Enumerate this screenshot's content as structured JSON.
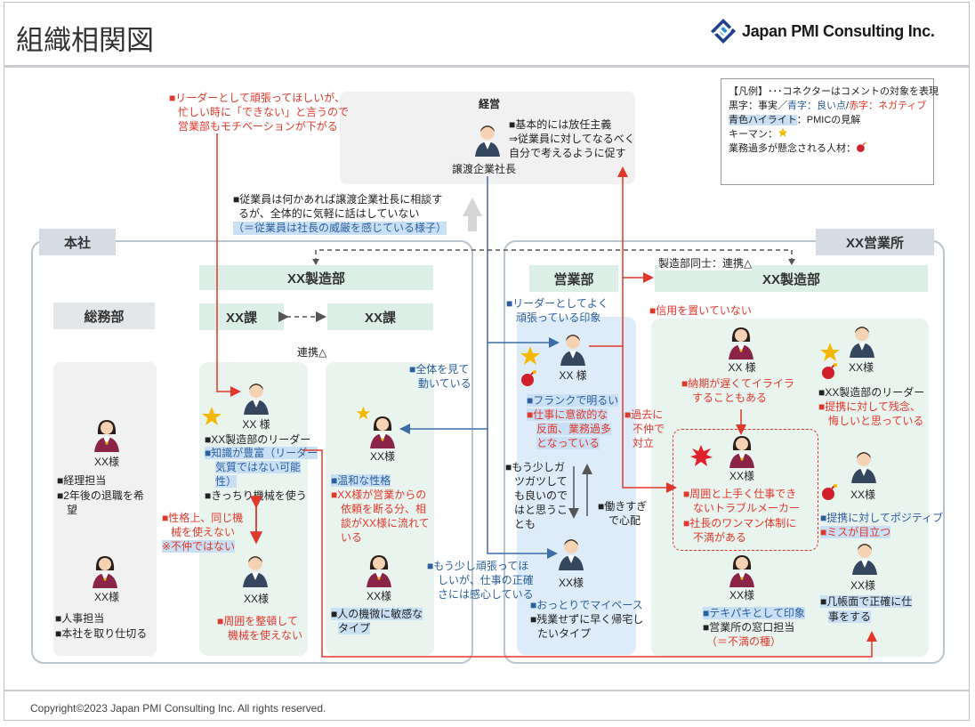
{
  "header": {
    "title": "組織相関図",
    "brand": "Japan PMI Consulting Inc."
  },
  "footer": {
    "copyright": "Copyright©2023 Japan PMI Consulting Inc. All rights reserved."
  },
  "legend": {
    "line1": "【凡例】･･･コネクターはコメントの対象を表現",
    "black": "黒字：事実",
    "sep": "／",
    "blue": "青字：良い点",
    "slash": "/",
    "red": "赤字：ネガティブ",
    "highlight": "青色ハイライト",
    "highlight_rest": "：PMICの見解",
    "keyman": "キーマン：",
    "overwork": "業務過多が懸念される人材："
  },
  "management": {
    "heading": "経営",
    "person_label": "譲渡企業社長",
    "note_l1": "■基本的には放任主義",
    "note_l2": "⇒従業員に対してなるべく",
    "note_l3": "自分で考えるように促す"
  },
  "top_left_note": {
    "l1": "■リーダーとして頑張ってほしいが、",
    "l2": "忙しい時に「できない」と言うので",
    "l3": "営業部もモチベーションが下がる"
  },
  "employee_note": {
    "l1": "■従業員は何かあれば譲渡企業社長に相談す",
    "l2": "るが、全体的に気軽に話はしていない",
    "l3": "（＝従業員は社長の威厳を感じている様子）"
  },
  "honsha": {
    "label": "本社",
    "mfg_label": "XX製造部",
    "section_a": "XX課",
    "section_b": "XX課",
    "soumu_label": "総務部",
    "renkei": "連携△",
    "soumu_p1_name": "XX様",
    "soumu_p1_l1": "■経理担当",
    "soumu_p1_l2": "■2年後の退職を希",
    "soumu_p1_l3": "望",
    "soumu_p2_name": "XX様",
    "soumu_p2_l1": "■人事担当",
    "soumu_p2_l2": "■本社を取り仕切る",
    "leader_name": "XX 様",
    "leader_l1": "■XX製造部のリーダー",
    "leader_l2": "■知識が豊富（リーダー",
    "leader_l3": "気質ではない可能",
    "leader_l4": "性）",
    "leader_l5": "■きっちり機械を使う",
    "rel_l1": "■性格上、同じ機",
    "rel_l2": "械を使えない",
    "rel_l3": "※不仲ではない",
    "p3_name": "XX様",
    "p3_l1": "■周囲を整頓して",
    "p3_l2": "機械を使えない",
    "p4_name": "XX様",
    "p4_l1": "■温和な性格",
    "p4_l2": "■XX様が営業からの",
    "p4_l3": "依頼を断る分、相",
    "p4_l4": "談がXX様に流れて",
    "p4_l5": "いる",
    "p5_name": "XX様",
    "p5_l1": "■人の機微に敏感な",
    "p5_l2": "タイプ"
  },
  "branch": {
    "label": "XX営業所",
    "sales_label": "営業部",
    "mfg_label": "XX製造部",
    "mfg_peer": "製造部同士：連携△",
    "sales_note_l1": "■リーダーとしてよく",
    "sales_note_l2": "頑張っている印象",
    "overview_l1": "■全体を見て",
    "overview_l2": "動いている",
    "s1_name": "XX 様",
    "s1_l1": "■フランクで明るい",
    "s1_l2": "■仕事に意欲的な",
    "s1_l3": "反面、業務過多",
    "s1_l4": "となっている",
    "mid_l1": "■もう少しガ",
    "mid_l2": "ツガツして",
    "mid_l3": "も良いので",
    "mid_l4": "はと思うこ",
    "mid_l5": "とも",
    "work_l1": "■働きすぎ",
    "work_l2": "で心配",
    "more_l1": "■もう少し頑張ってほ",
    "more_l2": "しいが、仕事の正確",
    "more_l3": "さには感心している",
    "s2_name": "XX様",
    "s2_l1": "■おっとりでマイペース",
    "s2_l2": "■残業せずに早く帰宅し",
    "s2_l3": "たいタイプ",
    "trust": "■信用を置いていない",
    "past_l1": "■過去に",
    "past_l2": "不仲で",
    "past_l3": "対立",
    "m1_name": "XX 様",
    "m1_l1": "■納期が遅くてイライラ",
    "m1_l2": "することもある",
    "m2_name": "XX様",
    "m2_l1": "■XX製造部のリーダー",
    "m2_l2": "■提携に対して残念、",
    "m2_l3": "悔しいと思っている",
    "m3_name": "XX様",
    "m3_l1": "■周囲と上手く仕事でき",
    "m3_l2": "ないトラブルメーカー",
    "m3_l3": "■社長のワンマン体制に",
    "m3_l4": "不満がある",
    "m4_name": "XX様",
    "m4_l1": "■提携に対してポジティブ",
    "m4_l2": "■ミスが目立つ",
    "m5_name": "XX様",
    "m5_l1": "■テキパキとして印象",
    "m5_l2": "■営業所の窓口担当",
    "m5_l3": "（＝不満の種）",
    "m6_name": "XX様",
    "m6_l1": "■几帳面で正確に仕",
    "m6_l2": "事をする"
  },
  "colors": {
    "accent_red": "#e0382b",
    "accent_blue": "#2c5fa0",
    "connector_blue": "#3d6da7",
    "panel_green": "#eaf4ef",
    "panel_blue": "#ddecf8",
    "star": "#f5b800"
  },
  "icons": [
    "person-male-icon",
    "person-female-icon",
    "star-icon",
    "bomb-icon",
    "explosion-icon",
    "brand-logo-icon",
    "up-arrow-icon"
  ]
}
